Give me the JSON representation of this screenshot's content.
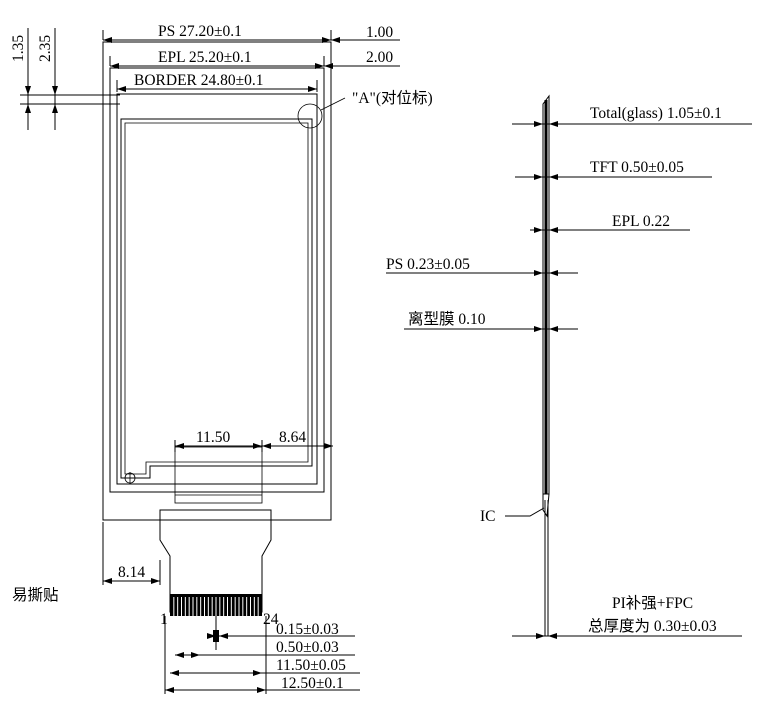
{
  "front_view": {
    "dim_ps": "PS 27.20±0.1",
    "dim_epl": "EPL 25.20±0.1",
    "dim_border": "BORDER 24.80±0.1",
    "dim_right_outer": "1.00",
    "dim_right_inner": "2.00",
    "dim_top_135": "1.35",
    "dim_top_235": "2.35",
    "marker_a": "\"A\"(对位标)",
    "dim_11_50": "11.50",
    "dim_8_64": "8.64",
    "dim_8_14": "8.14",
    "peel_label": "易撕贴",
    "pin_first": "1",
    "pin_last": "24",
    "dim_pitch_width": "0.15±0.03",
    "dim_pitch": "0.50±0.03",
    "dim_fpc_pins": "11.50±0.05",
    "dim_fpc_width": "12.50±0.1"
  },
  "side_view": {
    "total": "Total(glass) 1.05±0.1",
    "tft": "TFT  0.50±0.05",
    "epl": "EPL 0.22",
    "ps": "PS  0.23±0.05",
    "release_film": "离型膜   0.10",
    "ic": "IC",
    "pi_line1": "PI补强+FPC",
    "pi_line2": "总厚度为 0.30±0.03"
  }
}
